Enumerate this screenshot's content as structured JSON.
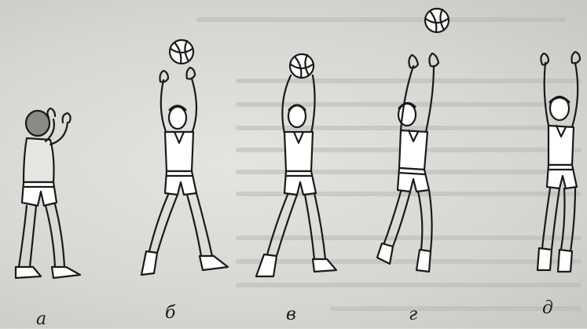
{
  "figure": {
    "labels": [
      "а",
      "б",
      "в",
      "г",
      "д"
    ],
    "colors": {
      "ink": "#1a1a1a",
      "paper": "#dcdcd8",
      "shade": "#9a9a96"
    }
  }
}
